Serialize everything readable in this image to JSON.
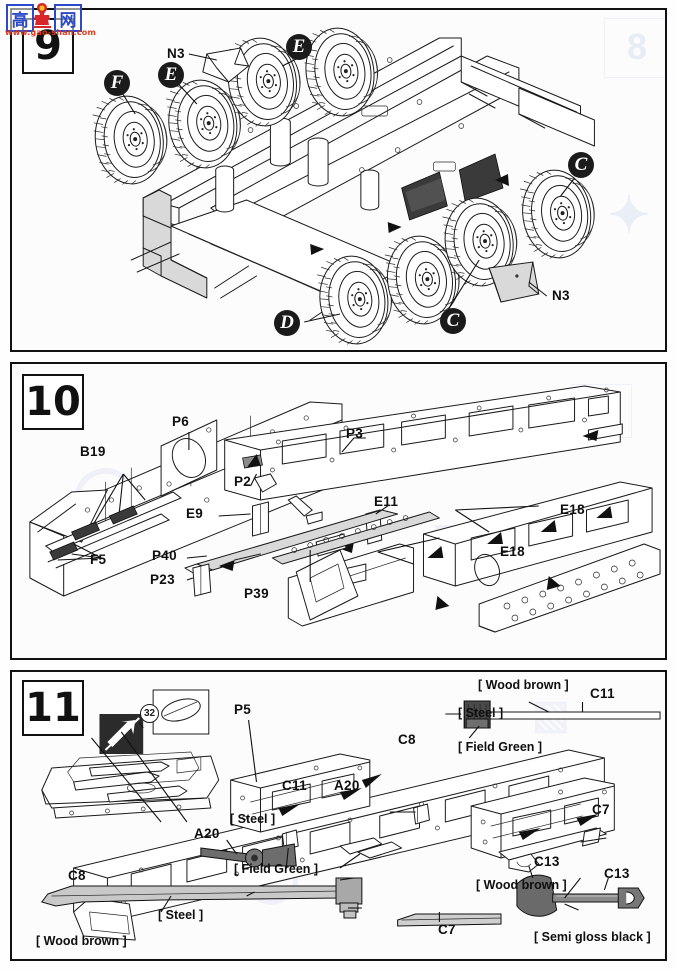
{
  "document": {
    "kind": "scale-model-assembly-instruction-sheet",
    "background_color": "#fdfdfd",
    "ink_color": "#111111"
  },
  "watermark": {
    "char_left": "高",
    "char_right": "网",
    "url_text": "www.gao-shan.com",
    "url_color": "#e03a1a",
    "char_color": "#2b49c9"
  },
  "steps": [
    {
      "number": "9",
      "parts": [
        {
          "label": "F",
          "type": "circled-letter"
        },
        {
          "label": "E",
          "type": "circled-letter"
        },
        {
          "label": "E",
          "type": "circled-letter"
        },
        {
          "label": "C",
          "type": "circled-letter"
        },
        {
          "label": "C",
          "type": "circled-letter"
        },
        {
          "label": "D",
          "type": "circled-letter"
        },
        {
          "label": "N3",
          "type": "plain"
        },
        {
          "label": "N3",
          "type": "plain"
        }
      ]
    },
    {
      "number": "10",
      "parts": [
        {
          "label": "P6",
          "type": "plain"
        },
        {
          "label": "P3",
          "type": "plain"
        },
        {
          "label": "P2",
          "type": "plain"
        },
        {
          "label": "B19",
          "type": "plain"
        },
        {
          "label": "F5",
          "type": "plain"
        },
        {
          "label": "E9",
          "type": "plain"
        },
        {
          "label": "E11",
          "type": "plain"
        },
        {
          "label": "E18",
          "type": "plain"
        },
        {
          "label": "E18",
          "type": "plain"
        },
        {
          "label": "P40",
          "type": "plain"
        },
        {
          "label": "P23",
          "type": "plain"
        },
        {
          "label": "P39",
          "type": "plain"
        }
      ]
    },
    {
      "number": "11",
      "detail_ref": "32",
      "parts": [
        {
          "label": "P5",
          "type": "plain"
        },
        {
          "label": "C8",
          "type": "plain"
        },
        {
          "label": "C11",
          "type": "plain"
        },
        {
          "label": "A20",
          "type": "plain"
        },
        {
          "label": "A20",
          "type": "plain"
        },
        {
          "label": "C8",
          "type": "plain"
        },
        {
          "label": "C11",
          "type": "plain"
        },
        {
          "label": "C7",
          "type": "plain"
        },
        {
          "label": "C7",
          "type": "plain"
        },
        {
          "label": "C13",
          "type": "plain"
        },
        {
          "label": "C13",
          "type": "plain"
        }
      ],
      "paint_callouts": [
        {
          "text": "[ Wood  brown ]"
        },
        {
          "text": "[ Steel ]"
        },
        {
          "text": "[ Field Green ]"
        },
        {
          "text": "[ Steel ]"
        },
        {
          "text": "[ Field Green ]"
        },
        {
          "text": "[ Steel ]"
        },
        {
          "text": "[ Wood  brown ]"
        },
        {
          "text": "[ Wood  brown ]"
        },
        {
          "text": "[ Semi gloss black ]"
        }
      ]
    }
  ],
  "panel9": {
    "step": "9",
    "l_f": "F",
    "l_e1": "E",
    "l_e2": "E",
    "l_c1": "C",
    "l_c2": "C",
    "l_d": "D",
    "l_n3_top": "N3",
    "l_n3_bottom": "N3"
  },
  "panel10": {
    "step": "10",
    "l_p6": "P6",
    "l_p3": "P3",
    "l_p2": "P2",
    "l_b19": "B19",
    "l_f5": "F5",
    "l_e9": "E9",
    "l_e11": "E11",
    "l_e18a": "E18",
    "l_e18b": "E18",
    "l_p40": "P40",
    "l_p23": "P23",
    "l_p39": "P39"
  },
  "panel11": {
    "step": "11",
    "detail_number": "32",
    "l_p5": "P5",
    "l_c8_top": "C8",
    "l_c11_top": "C11",
    "l_a20_top": "A20",
    "l_a20_mid": "A20",
    "l_c8_left": "C8",
    "l_c11_right": "C11",
    "l_c7_right": "C7",
    "l_c7_bottom": "C7",
    "l_c13_mid": "C13",
    "l_c13_bottom": "C13",
    "p_wood_top": "[ Wood  brown ]",
    "p_steel_top": "[ Steel ]",
    "p_field_green_top": "[ Field Green ]",
    "p_steel_mid": "[ Steel ]",
    "p_field_green_mid": "[ Field Green ]",
    "p_steel_low": "[ Steel ]",
    "p_wood_low": "[ Wood  brown ]",
    "p_wood_shovel": "[ Wood  brown ]",
    "p_semi_gloss_black": "[ Semi gloss black ]"
  }
}
